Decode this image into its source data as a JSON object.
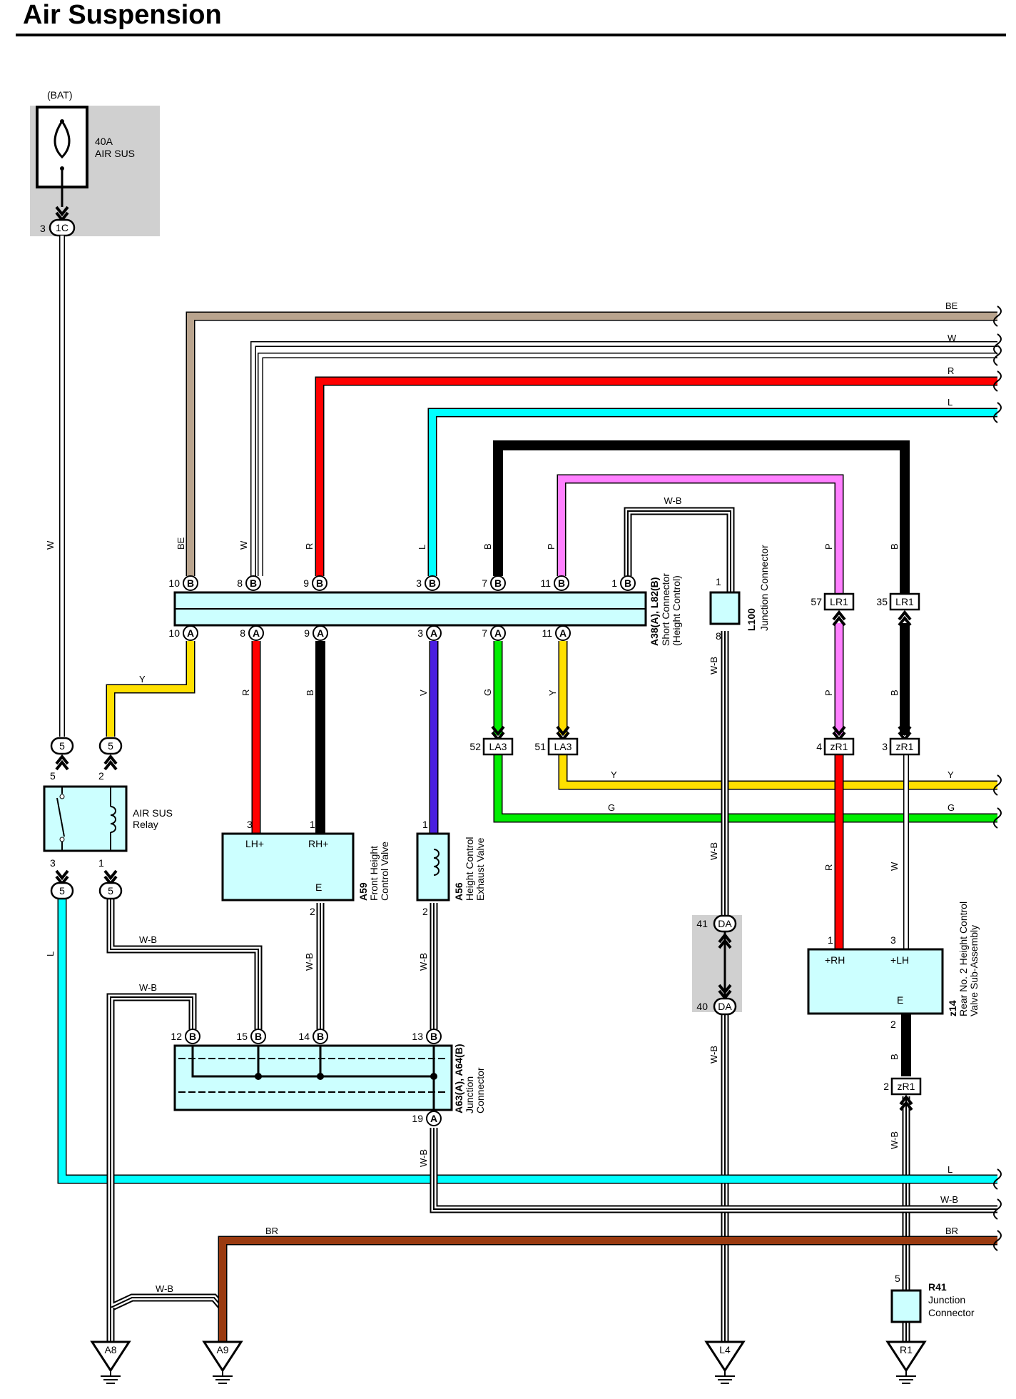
{
  "title": "Air Suspension",
  "colors": {
    "BE": "#b9a48e",
    "W": "#ffffff",
    "R": "#ff0000",
    "L": "#00ffff",
    "B": "#000000",
    "P": "#ff80ff",
    "Y": "#ffe000",
    "G": "#00ee00",
    "V": "#4a1fe0",
    "BR": "#9a3a10",
    "component_fill": "#ccffff",
    "shade": "#d0d0d0"
  },
  "fuse": {
    "source": "(BAT)",
    "rating": "40A",
    "name": "AIR SUS",
    "pin": "3",
    "connector": "1C"
  },
  "relay": {
    "name_line1": "AIR SUS",
    "name_line2": "Relay",
    "pin_tl": "5",
    "pin_tr": "2",
    "pin_bl": "3",
    "pin_br": "1",
    "conn": "5"
  },
  "a38": {
    "name": "A38(A), L82(B)",
    "desc1": "Short Connector",
    "desc2": "(Height Control)",
    "top_pins": [
      "10",
      "8",
      "9",
      "3",
      "7",
      "11",
      "1"
    ],
    "bot_pins": [
      "10",
      "8",
      "9",
      "3",
      "7",
      "11"
    ],
    "top_letter": "B",
    "bot_letter": "A"
  },
  "l100": {
    "name": "L100",
    "desc": "Junction Connector",
    "pin_top": "1",
    "pin_bot": "8"
  },
  "lr1": {
    "id": "LR1",
    "pins": [
      "57",
      "35"
    ]
  },
  "la3": {
    "id": "LA3",
    "pins": [
      "52",
      "51"
    ]
  },
  "zr1": {
    "id": "zR1",
    "pins": [
      "4",
      "3",
      "2"
    ]
  },
  "a59": {
    "name": "A59",
    "desc1": "Front Height",
    "desc2": "Control Valve",
    "lh": "LH+",
    "rh": "RH+",
    "e": "E",
    "pin_lh": "3",
    "pin_rh": "1",
    "pin_e": "2"
  },
  "a56": {
    "name": "A56",
    "desc1": "Height Control",
    "desc2": "Exhaust Valve",
    "pin_top": "1",
    "pin_bot": "2"
  },
  "a63": {
    "name": "A63(A), A64(B)",
    "desc1": "Junction",
    "desc2": "Connector",
    "top_pins": [
      "12",
      "15",
      "14",
      "13"
    ],
    "bot_pin": "19",
    "top_letter": "B",
    "bot_letter": "A"
  },
  "da": {
    "id": "DA",
    "pins": [
      "41",
      "40"
    ]
  },
  "z14": {
    "name": "z14",
    "desc1": "Rear No. 2 Height Control",
    "desc2": "Valve Sub-Assembly",
    "rh": "+RH",
    "lh": "+LH",
    "e": "E",
    "pin_rh": "1",
    "pin_lh": "3",
    "pin_e": "2"
  },
  "r41": {
    "name": "R41",
    "desc1": "Junction",
    "desc2": "Connector",
    "pin": "5"
  },
  "grounds": [
    "A8",
    "A9",
    "L4",
    "R1"
  ],
  "wire_labels": {
    "W": "W",
    "BE": "BE",
    "R": "R",
    "L": "L",
    "B": "B",
    "P": "P",
    "Y": "Y",
    "G": "G",
    "V": "V",
    "BR": "BR",
    "WB": "W-B"
  }
}
